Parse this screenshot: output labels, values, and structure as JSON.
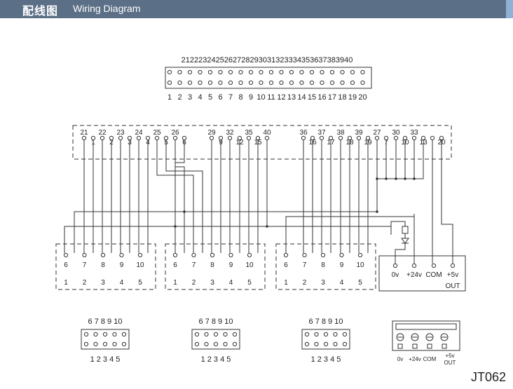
{
  "header": {
    "title_cn": "配线图",
    "title_en": "Wiring Diagram"
  },
  "colors": {
    "header_bg": "#5b6f86",
    "header_accent": "#8fb1d6",
    "line": "#333333"
  },
  "connector40": {
    "top_labels": "2122232425262728293031323334353637383940",
    "bottom_labels": [
      "1",
      "2",
      "3",
      "4",
      "5",
      "6",
      "7",
      "8",
      "9",
      "10",
      "11",
      "12",
      "13",
      "14",
      "15",
      "16",
      "17",
      "18",
      "19",
      "20"
    ]
  },
  "board": {
    "top_pins": [
      "21",
      "22",
      "23",
      "24",
      "25",
      "26",
      "29",
      "32",
      "35",
      "40",
      "36",
      "37",
      "38",
      "39",
      "27",
      "30",
      "33"
    ],
    "bottom_pins": [
      "1",
      "2",
      "3",
      "4",
      "5",
      "6",
      "9",
      "12",
      "15",
      "16",
      "17",
      "18",
      "19",
      "7",
      "10",
      "13",
      "20"
    ]
  },
  "terminal_blocks": [
    {
      "top": [
        "6",
        "7",
        "8",
        "9",
        "10"
      ],
      "bottom": [
        "1",
        "2",
        "3",
        "4",
        "5"
      ]
    },
    {
      "top": [
        "6",
        "7",
        "8",
        "9",
        "10"
      ],
      "bottom": [
        "1",
        "2",
        "3",
        "4",
        "5"
      ]
    },
    {
      "top": [
        "6",
        "7",
        "8",
        "9",
        "10"
      ],
      "bottom": [
        "1",
        "2",
        "3",
        "4",
        "5"
      ]
    }
  ],
  "power": {
    "labels": [
      "0v",
      "+24v",
      "COM",
      "+5v"
    ],
    "out_label": "OUT"
  },
  "small_headers": {
    "top": "6 7 8 9 10",
    "bottom": "1 2 3 4 5"
  },
  "power_plug": {
    "labels": [
      "0v",
      "+24v",
      "COM"
    ],
    "last_top": "+5v",
    "last_bottom": "OUT"
  },
  "model": "JT062"
}
